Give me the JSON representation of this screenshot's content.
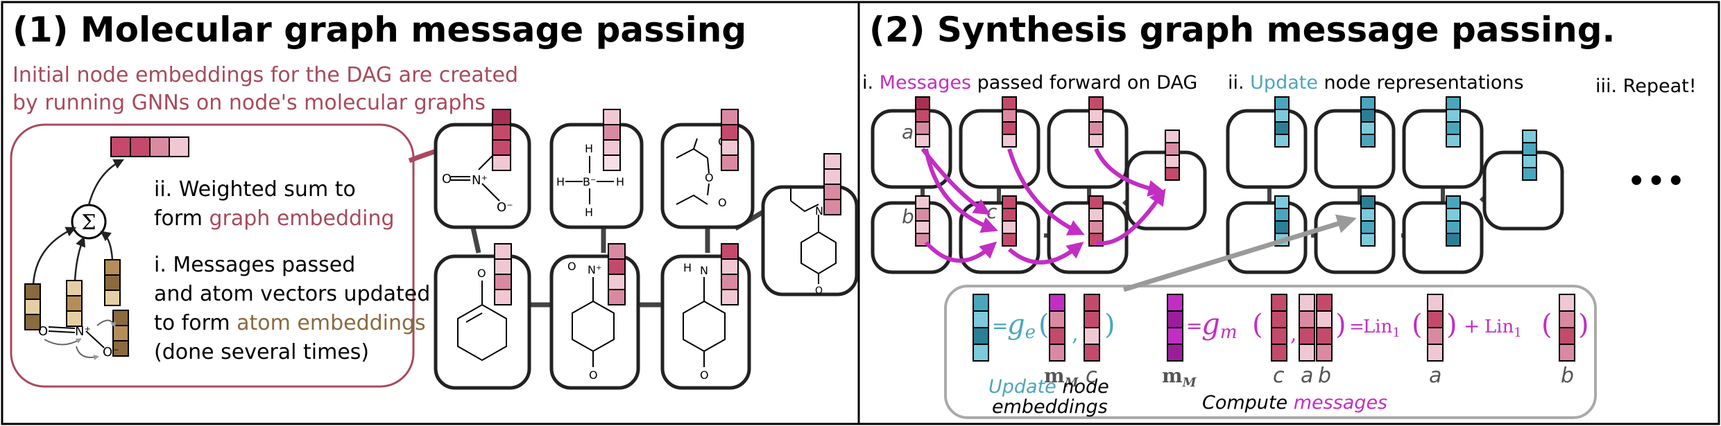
{
  "colors": {
    "red": "#c44a6c",
    "red_dark": "#a83055",
    "red_mid": "#d98aa2",
    "red_light": "#f0c8d4",
    "pink_light": "#f6dfe6",
    "magenta": "#c22ec4",
    "magenta_dark": "#9c1d9c",
    "teal": "#4aa6bd",
    "teal_dark": "#2a7f96",
    "teal_light": "#7ccadb",
    "brown": "#8a6a3e",
    "brown_mid": "#b58d59",
    "brown_light": "#e4cea3",
    "note_red": "#a84a5c",
    "grey": "#9a9a9a"
  },
  "left": {
    "title": "(1) Molecular graph message passing",
    "intro_line1": "Initial node embeddings for the DAG are created",
    "intro_line2": "by running GNNs on node's molecular graphs",
    "sum_symbol": "Σ",
    "step2_line1": "ii. Weighted sum to",
    "step2_line2_prefix": "form ",
    "step2_line2_highlight": "graph embedding",
    "step1_line1": "i. Messages passed",
    "step1_line2": "and atom vectors updated",
    "step1_line3_prefix": "to form ",
    "step1_line3_highlight": "atom embeddings",
    "step1_line4": "(done several times)",
    "atoms": {
      "O": "O",
      "N_plus": "N⁺",
      "O_minus": "O⁻",
      "H": "H",
      "B_minus": "B⁻",
      "N": "N"
    }
  },
  "right": {
    "title": "(2) Synthesis graph message passing.",
    "step1_prefix": "i. ",
    "step1_highlight": "Messages",
    "step1_suffix": " passed forward on DAG",
    "step2_prefix": "ii. ",
    "step2_highlight": "Update",
    "step2_suffix": " node representations",
    "step3": "iii. Repeat!",
    "ellipsis": "•••",
    "node_a": "a",
    "node_b": "b",
    "node_c": "c",
    "eq_update": {
      "equals": "=",
      "fn": "g",
      "fn_sub": "e",
      "open": "(",
      "comma": ",",
      "close": ")",
      "arg1_label": "m",
      "arg1_sub": "M",
      "arg2_label": "c"
    },
    "eq_message": {
      "label_m": "m",
      "label_m_sub": "M",
      "equals": "=",
      "fn": "g",
      "fn_sub": "m",
      "open": "(",
      "comma": ",",
      "close": ")",
      "eq2": "=",
      "lin": "Lin",
      "lin_sub": "1",
      "plus": "+",
      "arg_c": "c",
      "arg_a": "a",
      "arg_b": "b"
    },
    "caption_update_highlight": "Update",
    "caption_update_rest1": " node",
    "caption_update_rest2": "embeddings",
    "caption_compute_prefix": "Compute ",
    "caption_compute_highlight": "messages"
  }
}
